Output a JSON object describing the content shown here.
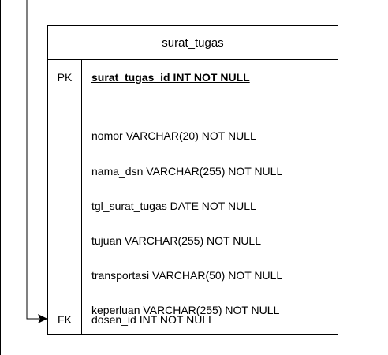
{
  "entity": {
    "name": "surat_tugas",
    "primary_key": {
      "key": "PK",
      "attribute": "surat_tugas_id INT NOT NULL"
    },
    "attributes": [
      "nomor VARCHAR(20) NOT NULL",
      "nama_dsn VARCHAR(255) NOT NULL",
      "tgl_surat_tugas DATE NOT NULL",
      "tujuan VARCHAR(255) NOT NULL",
      "transportasi VARCHAR(50) NOT NULL",
      "keperluan VARCHAR(255) NOT NULL"
    ],
    "foreign_key": {
      "key": "FK",
      "attribute": "dosen_id INT NOT NULL"
    }
  },
  "colors": {
    "line": "#000000",
    "background": "#ffffff"
  }
}
